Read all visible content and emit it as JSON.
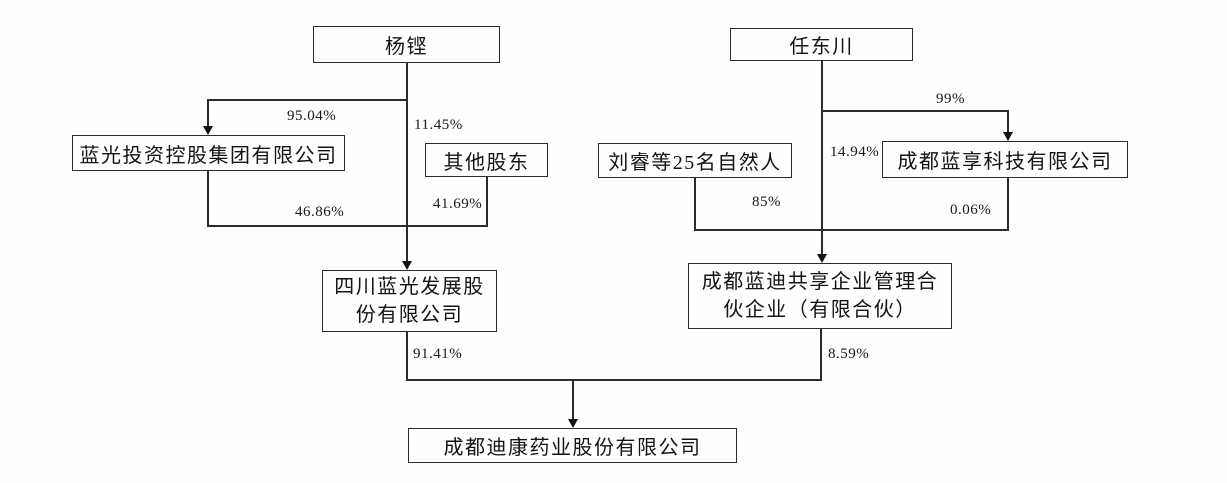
{
  "figure": {
    "type": "ownership-structure-diagram",
    "background_color": "#fefefe",
    "line_color": "#2b2b2b",
    "text_color": "#141414"
  },
  "nodes": {
    "yang_keng": {
      "label": "杨铿"
    },
    "ren_dongchuan": {
      "label": "任东川"
    },
    "blueray_investment": {
      "label": "蓝光投资控股集团有限公司"
    },
    "other_shareholders": {
      "label": "其他股东"
    },
    "liu_rui": {
      "label": "刘睿等25名自然人"
    },
    "chengdu_lanxiang": {
      "label": "成都蓝享科技有限公司"
    },
    "sichuan_blueray": {
      "label": "四川蓝光发展股份有限公司",
      "line1": "四川蓝光发展股",
      "line2": "份有限公司"
    },
    "chengdu_landi": {
      "label": "成都蓝迪共享企业管理合伙企业（有限合伙）",
      "line1": "成都蓝迪共享企业管理合",
      "line2": "伙企业（有限合伙）"
    },
    "chengdu_dikang": {
      "label": "成都迪康药业股份有限公司"
    }
  },
  "edges": [
    {
      "from": "yang_keng",
      "to": "blueray_investment",
      "label": "95.04%"
    },
    {
      "from": "yang_keng",
      "to": "sichuan_blueray",
      "label": "11.45%"
    },
    {
      "from": "blueray_investment",
      "to": "sichuan_blueray",
      "label": "46.86%"
    },
    {
      "from": "other_shareholders",
      "to": "sichuan_blueray",
      "label": "41.69%"
    },
    {
      "from": "ren_dongchuan",
      "to": "chengdu_lanxiang",
      "label": "99%"
    },
    {
      "from": "ren_dongchuan",
      "to": "chengdu_landi",
      "label": "14.94%"
    },
    {
      "from": "liu_rui",
      "to": "chengdu_landi",
      "label": "85%"
    },
    {
      "from": "chengdu_lanxiang",
      "to": "chengdu_landi",
      "label": "0.06%"
    },
    {
      "from": "sichuan_blueray",
      "to": "chengdu_dikang",
      "label": "91.41%"
    },
    {
      "from": "chengdu_landi",
      "to": "chengdu_dikang",
      "label": "8.59%"
    }
  ]
}
